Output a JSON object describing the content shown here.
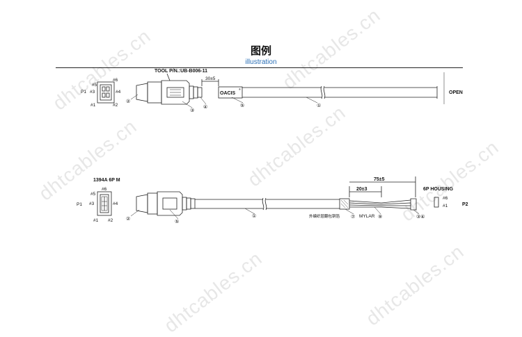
{
  "header": {
    "title": "图例",
    "subtitle": "illustration"
  },
  "watermark": {
    "text": "dhtcables.cn"
  },
  "drawing_top": {
    "connector_label": "P1",
    "pins": {
      "p1": "#1",
      "p2": "#2",
      "p3": "#3",
      "p4": "#4",
      "p5": "#5",
      "p6": "#6"
    },
    "tool": "TOOL P/N.:UB-B006-11",
    "dim": "30±5",
    "brand": "OACIS",
    "brand_mark": "®",
    "end_label": "OPEN",
    "callouts": {
      "c1": "①",
      "c2": "②",
      "c3": "③",
      "c4": "④",
      "c5": "⑤"
    }
  },
  "drawing_bottom": {
    "connector_type": "1394A 6P M",
    "connector_label": "P1",
    "pins": {
      "p1": "#1",
      "p2": "#2",
      "p3": "#3",
      "p4": "#4",
      "p5": "#5",
      "p6": "#6"
    },
    "dim_outer": "75±5",
    "dim_inner": "20±3",
    "housing": "6P HOUSING",
    "end_label": "P2",
    "shield_note": "外编织层翻包铜箔",
    "mylar": "MYLAR",
    "callouts": {
      "c1": "①",
      "c2": "②",
      "c5": "⑤",
      "c7": "⑦",
      "c9": "⑨",
      "c34": "③④"
    }
  }
}
